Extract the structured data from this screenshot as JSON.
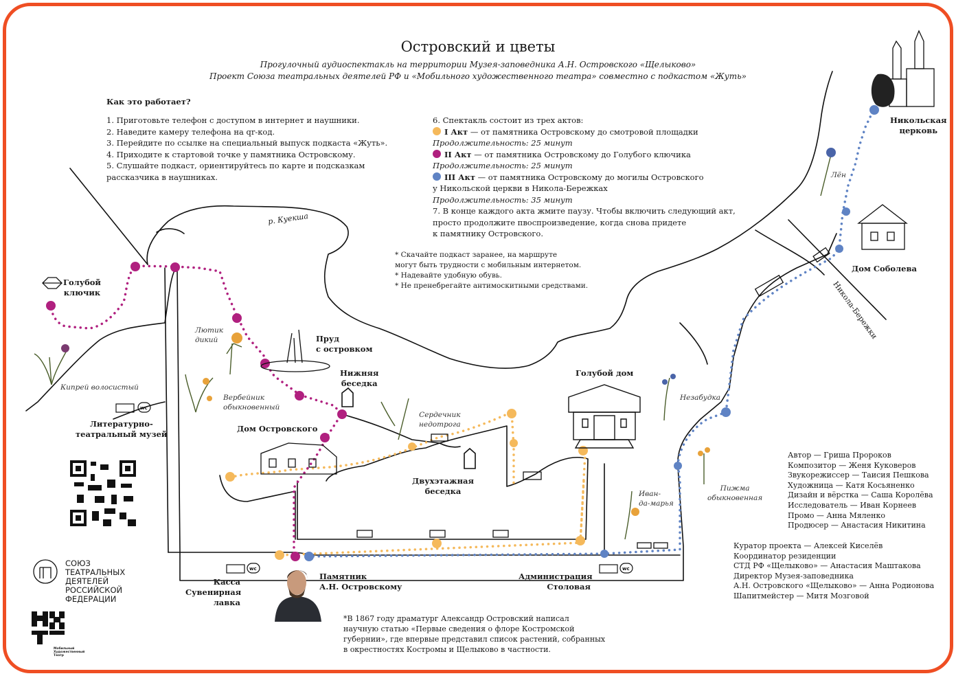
{
  "header": {
    "title": "Островский и цветы",
    "subtitle_1": "Прогулочный аудиоспектакль на территории Музея-заповедника А.Н. Островского «Щелыково»",
    "subtitle_2": "Проект Союза театральных деятелей РФ и «Мобильного художественного театра» совместно с подкастом «Жуть»"
  },
  "how": {
    "heading": "Как это работает?",
    "steps": [
      "1. Приготовьте телефон с доступом в интернет и наушники.",
      "2. Наведите камеру телефона на qr-код.",
      "3. Перейдите по ссылке на специальный выпуск подкаста «Жуть».",
      "4. Приходите к стартовой точке у памятника Островскому.",
      "5. Слушайте подкаст, ориентируйтесь по карте и подсказкам",
      "рассказчика в наушниках."
    ]
  },
  "acts": {
    "intro": "6. Спектакль состоит из трех актов:",
    "act1_name": "I Акт",
    "act1_text": " — от памятника Островскому до смотровой площадки",
    "act1_duration": "Продолжительность: 25 минут",
    "act2_name": "II Акт",
    "act2_text": " — от памятника Островскому до Голубого ключика",
    "act2_duration": "Продолжительность: 25 минут",
    "act3_name": "III Акт",
    "act3_text": " — от памятника Островскому до могилы Островского",
    "act3_text_2": "у Никольской церкви в Никола-Бережках",
    "act3_duration": "Продолжительность: 35 минут",
    "step7": [
      "7. В конце каждого акта жмите паузу. Чтобы включить следующий акт,",
      "просто продолжите пвоспроизведение, когда снова придете",
      "к памятнику Островского."
    ]
  },
  "notes": [
    "* Скачайте подкаст заранее, на маршруте",
    "   могут быть трудности с мобильным интернетом.",
    "* Надевайте удобную обувь.",
    "* Не пренебрегайте антимоскитными средствами."
  ],
  "colors": {
    "act1": "#f5b95b",
    "act2": "#b0207f",
    "act3": "#5f83c4",
    "frame": "#ef4e23"
  },
  "places": {
    "river": "р. Куекша",
    "blue_spring": [
      "Голубой",
      "ключик"
    ],
    "pond": [
      "Пруд",
      "с островком"
    ],
    "lower_gazebo": [
      "Нижняя",
      "беседка"
    ],
    "blue_house": "Голубой дом",
    "nikolskaya": [
      "Никольская",
      "церковь"
    ],
    "sobolev": "Дом Соболева",
    "nikola_road": "Никола-Бережки",
    "museum": [
      "Литературно-",
      "театральный музей"
    ],
    "ostrovsky_house": "Дом Островского",
    "two_storey": [
      "Двухэтажная",
      "беседка"
    ],
    "monument": [
      "Памятник",
      "А.Н. Островскому"
    ],
    "kassa": [
      "Касса",
      "Сувенирная",
      "лавка"
    ],
    "admin": [
      "Администрация",
      "Столовая"
    ]
  },
  "plants": {
    "lyutik": [
      "Лютик",
      "дикий"
    ],
    "kiprei": "Кипрей волосистый",
    "verbeinik": [
      "Вербейник",
      "обыкновенный"
    ],
    "serdechnik": [
      "Сердечник",
      "недотрога"
    ],
    "len": "Лён",
    "nezabudka": "Незабудка",
    "ivan_marya": [
      "Иван-",
      "да-марья"
    ],
    "pizhma": [
      "Пижма",
      "обыкновенная"
    ]
  },
  "credits_team": [
    "Автор — Гриша Пророков",
    "Композитор — Женя Куковеров",
    "Звукорежиссер — Таисия Пешкова",
    "Художница — Катя Косьяненко",
    "Дизайн и вёрстка — Саша Королёва",
    "Исследователь — Иван Корнеев",
    "Промо — Анна Мяленко",
    "Продюсер — Анастасия Никитина"
  ],
  "credits_partners": [
    "Куратор проекта — Алексей Киселёв",
    "Координатор резиденции",
    "СТД РФ «Щелыково» — Анастасия Маштакова",
    "Директор Музея-заповедника",
    "А.Н. Островского «Щелыково» — Анна Родионова",
    "Шапитмейстер — Митя Мозговой"
  ],
  "footnote": [
    "*В 1867 году драматург Александр Островский написал",
    "научную статью «Первые сведения о флоре Костромской",
    "губернии», где впервые представил список растений, собранных",
    "в окрестностях Костромы и Щелыково в частности."
  ],
  "logos": {
    "std": [
      "СОЮЗ",
      "ТЕАТРАЛЬНЫХ",
      "ДЕЯТЕЛЕЙ",
      "РОССИЙСКОЙ",
      "ФЕДЕРАЦИИ"
    ],
    "mht_caption": [
      "Мобильный",
      "Художественный",
      "Театр"
    ]
  },
  "icons": [
    "wc-icon",
    "bench-icon",
    "qr-code-icon",
    "lantern-icon",
    "church-icon",
    "house-icon",
    "portrait-icon",
    "flower-icon"
  ]
}
